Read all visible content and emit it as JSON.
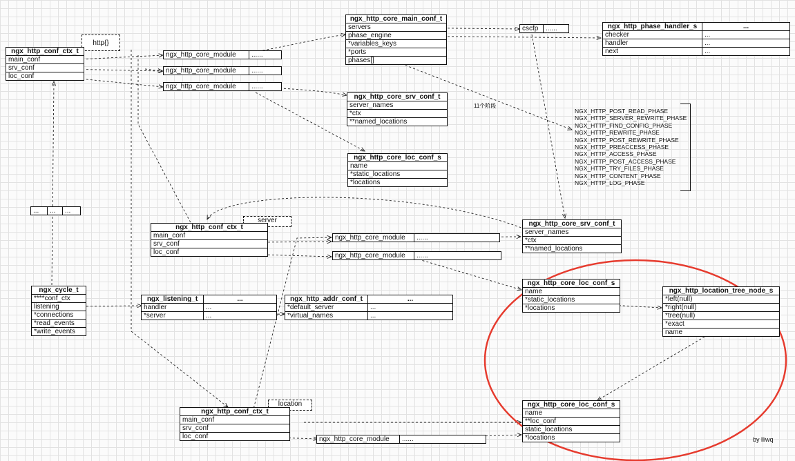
{
  "labels": {
    "http": "http{}",
    "server": "server",
    "location": "location",
    "stage_note": "11个阶段",
    "author": "by lliwq"
  },
  "conf_ctx_http": {
    "title": "ngx_http_conf_ctx_t",
    "rows": [
      "main_conf",
      "srv_conf",
      "loc_conf"
    ]
  },
  "conf_ctx_server": {
    "title": "ngx_http_conf_ctx_t",
    "rows": [
      "main_conf",
      "srv_conf",
      "loc_conf"
    ]
  },
  "conf_ctx_location": {
    "title": "ngx_http_conf_ctx_t",
    "rows": [
      "main_conf",
      "srv_conf",
      "loc_conf"
    ]
  },
  "core_module": {
    "name": "ngx_http_core_module",
    "rest": "......"
  },
  "main_conf": {
    "title": "ngx_http_core_main_conf_t",
    "rows": [
      "servers",
      "phase_engine",
      "*variables_keys",
      "*ports",
      "phases[]"
    ]
  },
  "cscfp": {
    "cell1": "cscfp",
    "cell2": "......"
  },
  "phase_handler": {
    "title": "ngx_http_phase_handler_s",
    "title2": "...",
    "rows": [
      "checker",
      "handler",
      "next"
    ],
    "dots": "..."
  },
  "srv_conf": {
    "title": "ngx_http_core_srv_conf_t",
    "rows": [
      "server_names",
      "*ctx",
      "**named_locations"
    ]
  },
  "loc_conf_1": {
    "title": "ngx_http_core_loc_conf_s",
    "rows": [
      "name",
      "*static_locations",
      "*locations"
    ]
  },
  "loc_conf_2": {
    "title": "ngx_http_core_loc_conf_s",
    "rows": [
      "name",
      "*static_locations",
      "*locations"
    ]
  },
  "loc_conf_3": {
    "title": "ngx_http_core_loc_conf_s",
    "rows": [
      "name",
      "**loc_conf",
      "static_locations",
      "*locations"
    ]
  },
  "phases": [
    "NGX_HTTP_POST_READ_PHASE",
    "NGX_HTTP_SERVER_REWRITE_PHASE",
    "NGX_HTTP_FIND_CONFIG_PHASE",
    "NGX_HTTP_REWRITE_PHASE",
    "NGX_HTTP_POST_REWRITE_PHASE",
    "NGX_HTTP_PREACCESS_PHASE",
    "NGX_HTTP_ACCESS_PHASE",
    "NGX_HTTP_POST_ACCESS_PHASE",
    "NGX_HTTP_TRY_FILES_PHASE",
    "NGX_HTTP_CONTENT_PHASE",
    "NGX_HTTP_LOG_PHASE"
  ],
  "small_array": [
    "...",
    "...",
    "..."
  ],
  "cycle": {
    "title": "ngx_cycle_t",
    "rows": [
      "****conf_ctx",
      "listening",
      "*connections",
      "*read_events",
      "*write_events"
    ]
  },
  "listening": {
    "title": "ngx_listening_t",
    "title2": "...",
    "rows": [
      "handler",
      "*server"
    ],
    "dots": "..."
  },
  "addr_conf": {
    "title": "ngx_http_addr_conf_t",
    "title2": "...",
    "rows": [
      "*default_server",
      "*virtual_names"
    ],
    "dots": "..."
  },
  "tree_node": {
    "title": "ngx_http_location_tree_node_s",
    "rows": [
      "*left(null)",
      "*right(null)",
      "*tree(null)",
      "*exact",
      "name"
    ]
  },
  "colors": {
    "highlight": "#e63b2e",
    "line": "#222222"
  }
}
